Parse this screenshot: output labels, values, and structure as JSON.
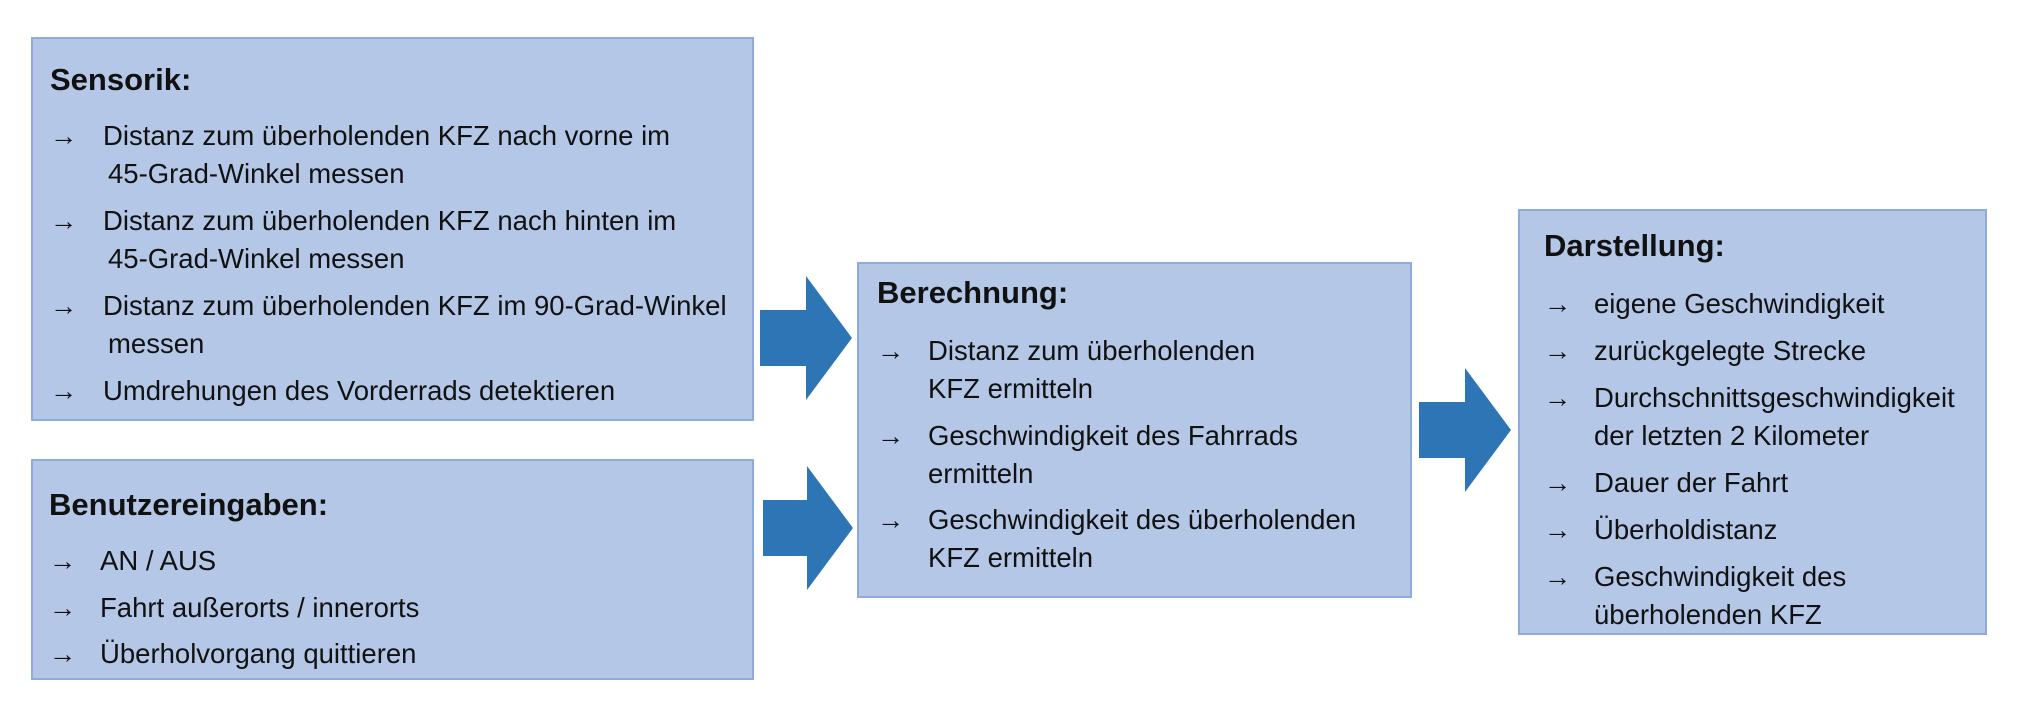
{
  "sensorik": {
    "title": "Sensorik:",
    "items": [
      {
        "lines": [
          "Distanz zum überholenden KFZ nach vorne im",
          "45-Grad-Winkel messen"
        ]
      },
      {
        "lines": [
          "Distanz zum überholenden KFZ nach hinten im",
          "45-Grad-Winkel messen"
        ]
      },
      {
        "lines": [
          "Distanz zum überholenden KFZ im 90-Grad-Winkel",
          "messen"
        ]
      },
      {
        "lines": [
          "Umdrehungen des Vorderrads detektieren"
        ]
      }
    ]
  },
  "benutzereingaben": {
    "title": "Benutzereingaben:",
    "items": [
      {
        "lines": [
          "AN / AUS"
        ]
      },
      {
        "lines": [
          "Fahrt außerorts / innerorts"
        ]
      },
      {
        "lines": [
          "Überholvorgang quittieren"
        ]
      }
    ]
  },
  "berechnung": {
    "title": "Berechnung:",
    "items": [
      {
        "lines": [
          "Distanz zum überholenden",
          "KFZ ermitteln"
        ]
      },
      {
        "lines": [
          "Geschwindigkeit des Fahrrads",
          "ermitteln"
        ]
      },
      {
        "lines": [
          "Geschwindigkeit des überholenden",
          "KFZ ermitteln"
        ]
      }
    ]
  },
  "darstellung": {
    "title": "Darstellung:",
    "items": [
      {
        "lines": [
          "eigene Geschwindigkeit"
        ]
      },
      {
        "lines": [
          "zurückgelegte Strecke"
        ]
      },
      {
        "lines": [
          "Durchschnittsgeschwindigkeit",
          "der letzten 2 Kilometer"
        ]
      },
      {
        "lines": [
          "Dauer der Fahrt"
        ]
      },
      {
        "lines": [
          "Überholdistanz"
        ]
      },
      {
        "lines": [
          "Geschwindigkeit des",
          "überholenden KFZ"
        ]
      }
    ]
  },
  "colors": {
    "box_fill": "#b4c7e7",
    "box_border": "#8faadc",
    "flow_arrow": "#2e75b6"
  },
  "icons": {
    "bullet": "right-arrow-icon",
    "flow": "block-arrow-icon"
  }
}
